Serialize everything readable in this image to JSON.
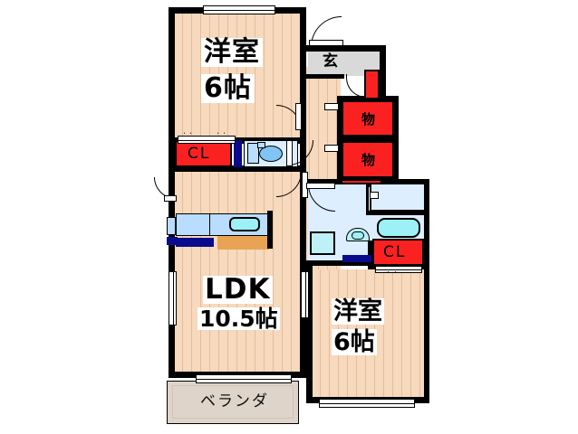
{
  "plan": {
    "type": "japanese-floor-plan",
    "layout_code": "2LDK",
    "rooms": [
      {
        "id": "room-north",
        "name": "洋室",
        "size": "6帖",
        "kind": "western-room"
      },
      {
        "id": "room-south",
        "name": "洋室",
        "size": "6帖",
        "kind": "western-room"
      },
      {
        "id": "ldk",
        "name": "LDK",
        "size": "10.5帖",
        "kind": "living-dining-kitchen"
      },
      {
        "id": "entrance",
        "name": "玄",
        "kind": "entrance-genkan"
      },
      {
        "id": "storage-upper",
        "name": "物",
        "kind": "closet-storage"
      },
      {
        "id": "storage-lower",
        "name": "物",
        "kind": "closet-storage"
      },
      {
        "id": "closet-north",
        "name": "CL",
        "kind": "closet"
      },
      {
        "id": "closet-south",
        "name": "CL",
        "kind": "closet"
      },
      {
        "id": "veranda",
        "name": "ベランダ",
        "kind": "balcony"
      }
    ],
    "fixtures": [
      {
        "id": "toilet",
        "kind": "toilet"
      },
      {
        "id": "bathtub",
        "kind": "bathtub"
      },
      {
        "id": "washbasin",
        "kind": "wash-basin"
      },
      {
        "id": "washing-machine",
        "kind": "washing-machine-space"
      },
      {
        "id": "kitchen-sink",
        "kind": "kitchen-sink"
      },
      {
        "id": "kitchen-stove",
        "kind": "stove-range"
      },
      {
        "id": "shoe-closet",
        "kind": "shoe-closet"
      }
    ],
    "labels": {
      "room_north_name": "洋室",
      "room_north_size": "6帖",
      "room_south_name": "洋室",
      "room_south_size": "6帖",
      "ldk_name": "LDK",
      "ldk_size": "10.5帖",
      "entrance": "玄",
      "storage_upper": "物",
      "storage_lower": "物",
      "closet_north": "CL",
      "closet_south": "CL",
      "veranda": "ベランダ"
    },
    "colors": {
      "wall": "#000000",
      "flooring": "#f7d9bd",
      "closet_red": "#fb2121",
      "water_area": "#dceeff",
      "tile_gray": "#d9d9d9",
      "veranda": "#ded4c9",
      "stove_navy": "#0a0a8c",
      "counter_orange": "#e8a454",
      "basin_cyan": "#9ef0f7",
      "background": "#ffffff"
    }
  }
}
